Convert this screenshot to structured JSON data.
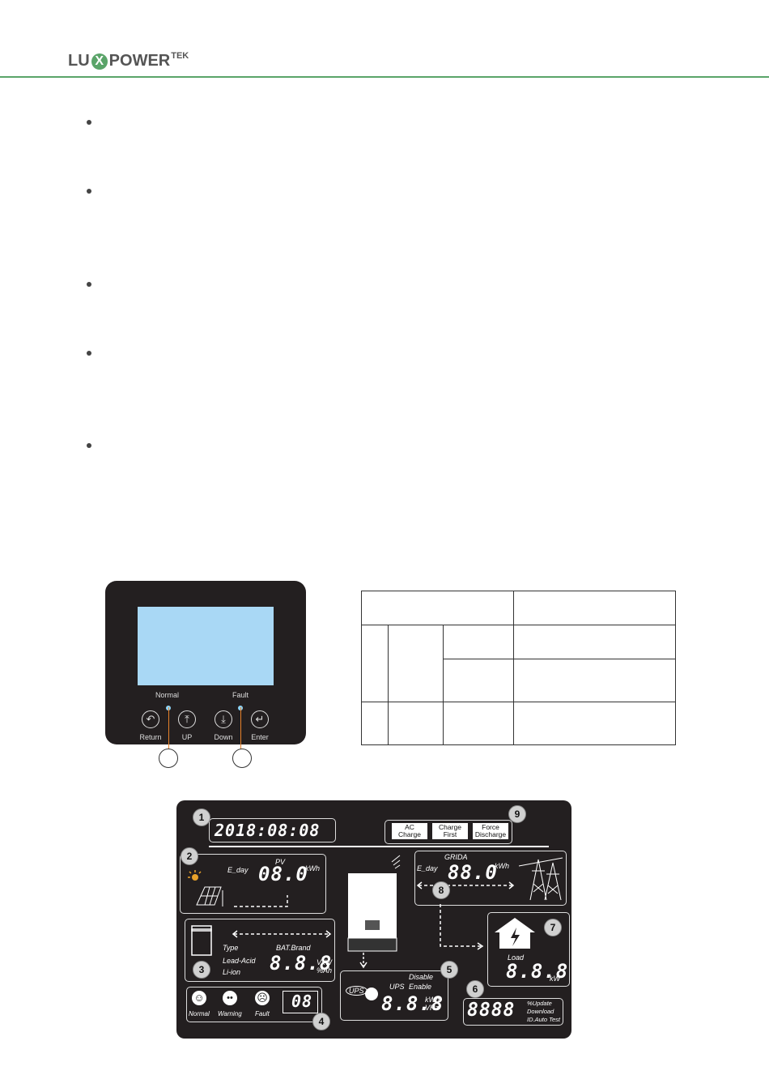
{
  "header": {
    "logo_left": "LU",
    "logo_x": "X",
    "logo_power": "POWER",
    "logo_tek": "TEK"
  },
  "panel": {
    "led_normal": "Normal",
    "led_fault": "Fault",
    "buttons": [
      {
        "label": "Return",
        "icon": "return-icon"
      },
      {
        "label": "UP",
        "icon": "arrow-up-icon"
      },
      {
        "label": "Down",
        "icon": "arrow-down-icon"
      },
      {
        "label": "Enter",
        "icon": "enter-icon"
      }
    ]
  },
  "lcd": {
    "time": "2018:08:08",
    "modes": {
      "ac_charge": [
        "AC",
        "Charge"
      ],
      "charge_first": [
        "Charge",
        "First"
      ],
      "force_discharge": [
        "Force",
        "Discharge"
      ]
    },
    "pv": {
      "title": "PV",
      "label": "E_day",
      "value": "08.0",
      "unit": "kWh"
    },
    "grid": {
      "title": "GRIDA",
      "label": "E_day",
      "value": "88.0",
      "unit": "kWh"
    },
    "battery": {
      "type_label": "Type",
      "types": [
        "Lead-Acid",
        "Li-ion"
      ],
      "brand_label": "BAT.Brand",
      "value": "8.8.8",
      "units": [
        "VkW",
        "%Ah"
      ]
    },
    "status": {
      "labels": [
        "Normal",
        "Warning",
        "Fault"
      ],
      "code": "08"
    },
    "ups": {
      "badge": "UPS",
      "label": "UPS",
      "disable": "Disable",
      "enable": "Enable",
      "value": "8.8.8",
      "units": [
        "kWh",
        "VHz"
      ]
    },
    "load": {
      "label": "Load",
      "value": "8.8.8",
      "unit": "kW"
    },
    "update": {
      "value": "8888",
      "lines": [
        "%Update",
        "Download",
        "ID.Auto Test"
      ]
    },
    "callouts": [
      "1",
      "2",
      "3",
      "4",
      "5",
      "6",
      "7",
      "8",
      "9"
    ]
  },
  "colors": {
    "accent_green": "#5aa469",
    "lcd_bg": "#231f20",
    "screen_blue": "#a9d8f5",
    "callout_orange": "#e8822a"
  }
}
